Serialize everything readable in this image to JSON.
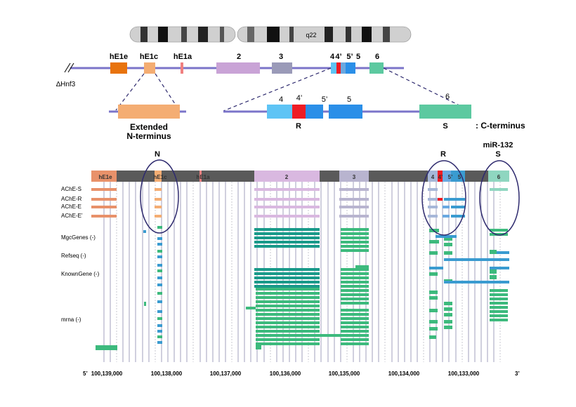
{
  "chromosome": {
    "band_label": "q22"
  },
  "gene_map": {
    "deletion_label": "∆Hnf3",
    "exons": [
      {
        "label": "hE1e",
        "color": "#e8730d"
      },
      {
        "label": "hE1c",
        "color": "#f4ad73"
      },
      {
        "label": "hE1a",
        "color": "#f08080"
      },
      {
        "label": "2",
        "color": "#c9a3d6"
      },
      {
        "label": "3",
        "color": "#9a9ab8"
      },
      {
        "label": "4",
        "color": "#5ec4f5"
      },
      {
        "label": "4’",
        "color": "#ee1c24"
      },
      {
        "label": "5’",
        "color": "#6aa8e0"
      },
      {
        "label": "5",
        "color": "#2b8fe8"
      },
      {
        "label": "6",
        "color": "#5cc9a0"
      }
    ]
  },
  "detail": {
    "n_term_label_1": "Extended",
    "n_term_label_2": "N-terminus",
    "exon_labels": [
      "4",
      "4’",
      "5’",
      "5",
      "6"
    ],
    "r_label": "R",
    "s_label": "S",
    "c_term_label": ": C-terminus"
  },
  "browser": {
    "circle_labels": {
      "n": "N",
      "r": "R",
      "s": "S",
      "mir": "miR-132"
    },
    "header_exons": [
      "hE1e",
      "hE1c",
      "hE1a",
      "2",
      "3",
      "4",
      "4’",
      "5’",
      "5",
      "6"
    ],
    "isoforms": [
      "AChE-S",
      "AChE-R",
      "AChE-E",
      "AChE-E’"
    ],
    "tracks": [
      "MgcGenes (-)",
      "Refseq (-)",
      "KnownGene (-)",
      "mrna (-)"
    ],
    "axis": {
      "start_label": "5’",
      "end_label": "3’",
      "ticks": [
        "100,139,000",
        "100,138,000",
        "100,137,000",
        "100,136,000",
        "100,135,000",
        "100,134,000",
        "100,133,000"
      ]
    }
  },
  "colors": {
    "backbone": "#7b74c9",
    "track_green": "#3dba7d",
    "track_teal": "#1a9a8a",
    "track_blue": "#3a9bd0",
    "header_gray": "#5a5a5a",
    "circle": "#2e2a6e"
  }
}
